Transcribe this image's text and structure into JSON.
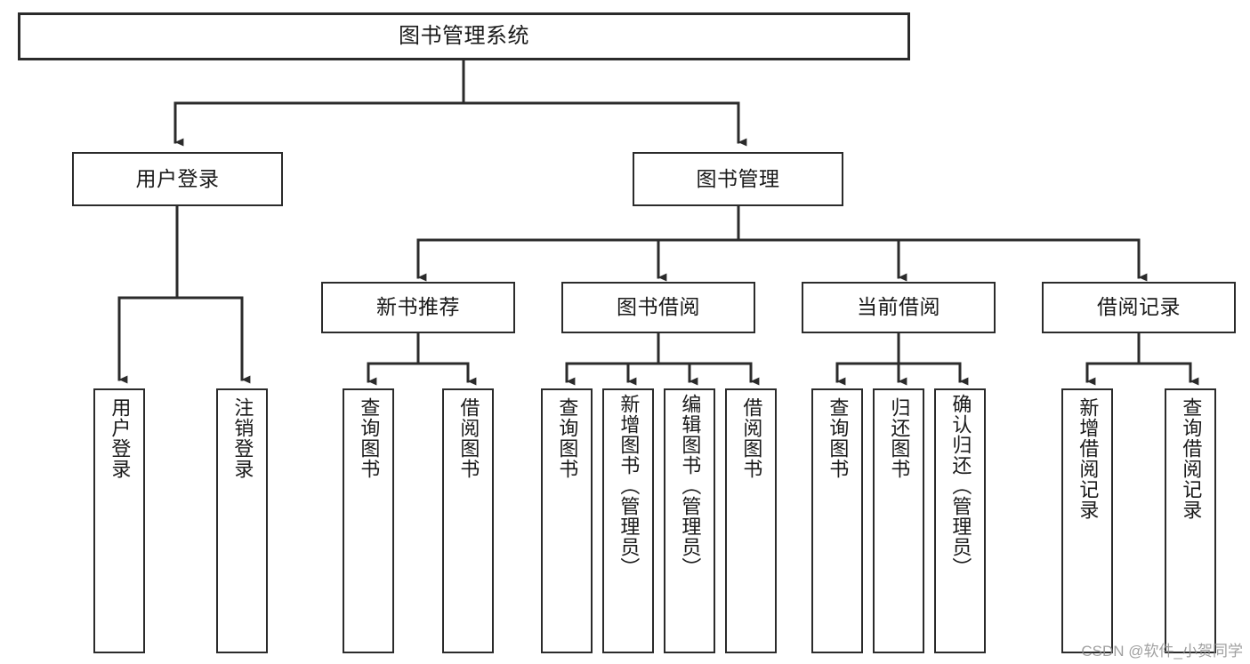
{
  "diagram": {
    "title": "图书管理系统",
    "type": "functional-structure-tree",
    "orientation": "top-down",
    "watermark": "CSDN @软件_小贺同学",
    "colors": {
      "background": "#ffffff",
      "box_border": "#2b2b2b",
      "box_fill": "#ffffff",
      "connector": "#2b2b2b",
      "text": "#1a1a1a",
      "watermark": "#8c8c8c"
    }
  },
  "nodes": {
    "root": {
      "label": "图书管理系统"
    },
    "level1": [
      {
        "label": "用户登录"
      },
      {
        "label": "图书管理"
      }
    ],
    "level2": [
      {
        "label": "新书推荐"
      },
      {
        "label": "图书借阅"
      },
      {
        "label": "当前借阅"
      },
      {
        "label": "借阅记录"
      }
    ],
    "leaves": {
      "user_login": [
        {
          "label": "用户登录"
        },
        {
          "label": "注销登录"
        }
      ],
      "new_book": [
        {
          "label": "查询图书"
        },
        {
          "label": "借阅图书"
        }
      ],
      "book_borrow": [
        {
          "label": "查询图书"
        },
        {
          "label": "新增图书（管理员）"
        },
        {
          "label": "编辑图书（管理员）"
        },
        {
          "label": "借阅图书"
        }
      ],
      "current_borrow": [
        {
          "label": "查询图书"
        },
        {
          "label": "归还图书"
        },
        {
          "label": "确认归还（管理员）"
        }
      ],
      "borrow_record": [
        {
          "label": "新增借阅记录"
        },
        {
          "label": "查询借阅记录"
        }
      ]
    }
  }
}
